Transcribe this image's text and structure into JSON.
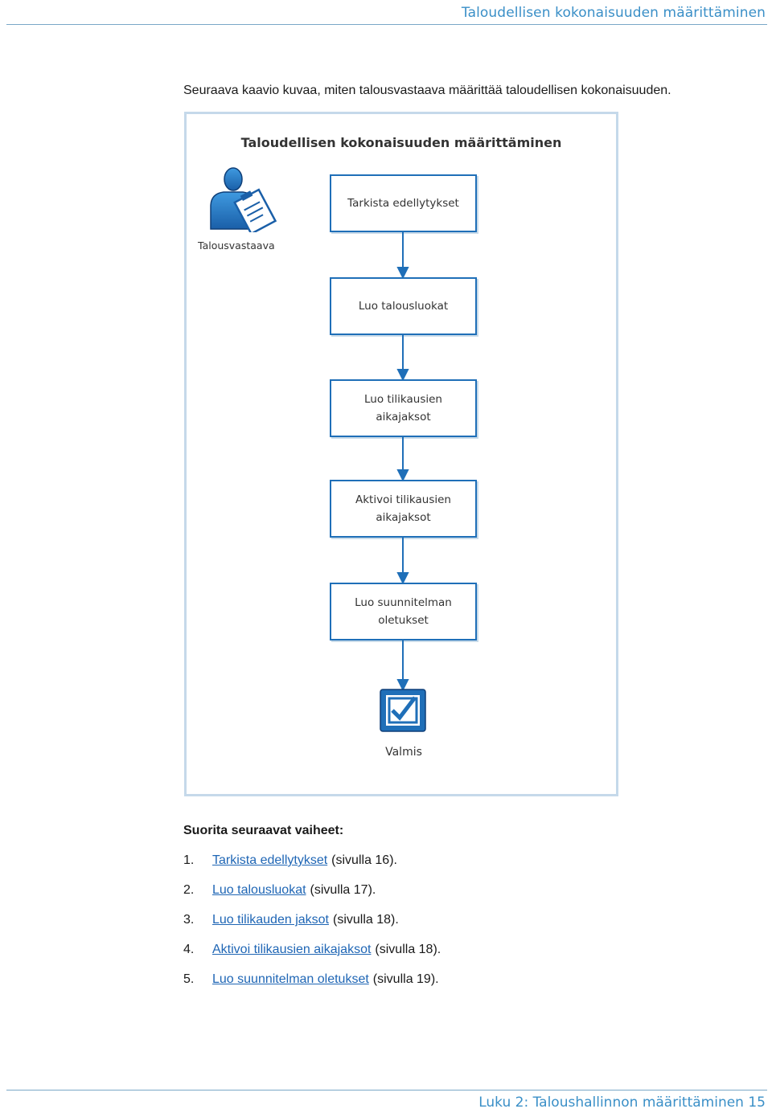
{
  "header": {
    "title": "Taloudellisen kokonaisuuden määrittäminen"
  },
  "intro": "Seuraava kaavio kuvaa, miten talousvastaava määrittää taloudellisen kokonaisuuden.",
  "diagram": {
    "title": "Taloudellisen kokonaisuuden määrittäminen",
    "role": {
      "label": "Talousvastaava",
      "icon": "clipboard-person-icon"
    },
    "steps": [
      {
        "label": "Tarkista edellytykset"
      },
      {
        "label": "Luo talousluokat"
      },
      {
        "label": "Luo tilikausien aikajaksot"
      },
      {
        "label": "Aktivoi tilikausien aikajaksot"
      },
      {
        "label": "Luo suunnitelman oletukset"
      }
    ],
    "end": {
      "label": "Valmis",
      "icon": "checkbox-icon"
    },
    "colors": {
      "accent": "#1f6fb8",
      "frame": "#c5d9ea"
    }
  },
  "steps_heading": "Suorita seuraavat vaiheet:",
  "steps_list": [
    {
      "num": "1.",
      "link": "Tarkista edellytykset",
      "suffix": "(sivulla 16)."
    },
    {
      "num": "2.",
      "link": "Luo talousluokat",
      "suffix": "(sivulla 17)."
    },
    {
      "num": "3.",
      "link": "Luo tilikauden jaksot",
      "suffix": "(sivulla 18)."
    },
    {
      "num": "4.",
      "link": "Aktivoi tilikausien aikajaksot",
      "suffix": "(sivulla 18)."
    },
    {
      "num": "5.",
      "link": "Luo suunnitelman oletukset",
      "suffix": "(sivulla 19)."
    }
  ],
  "footer": {
    "text": "Luku 2: Taloushallinnon määrittäminen 15"
  }
}
